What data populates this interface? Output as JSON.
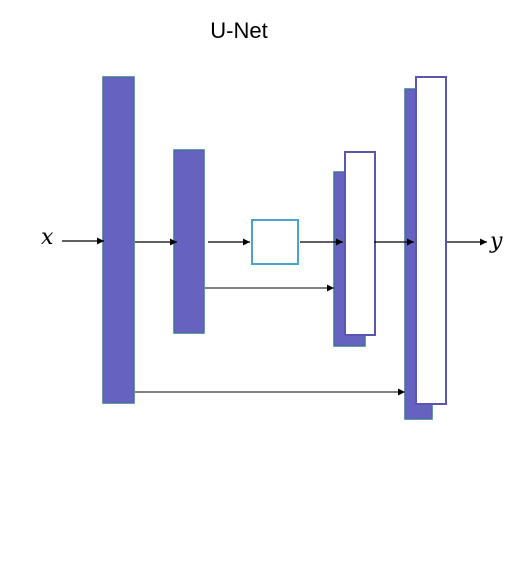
{
  "title": "U-Net",
  "input_label": "x",
  "output_label": "y",
  "colors": {
    "encoder_fill": "#6563bf",
    "encoder_stroke": "#41719c",
    "decoder_outline": "#5a56b0",
    "bottleneck_stroke": "#4ba3d0",
    "arrow": "#000000"
  }
}
